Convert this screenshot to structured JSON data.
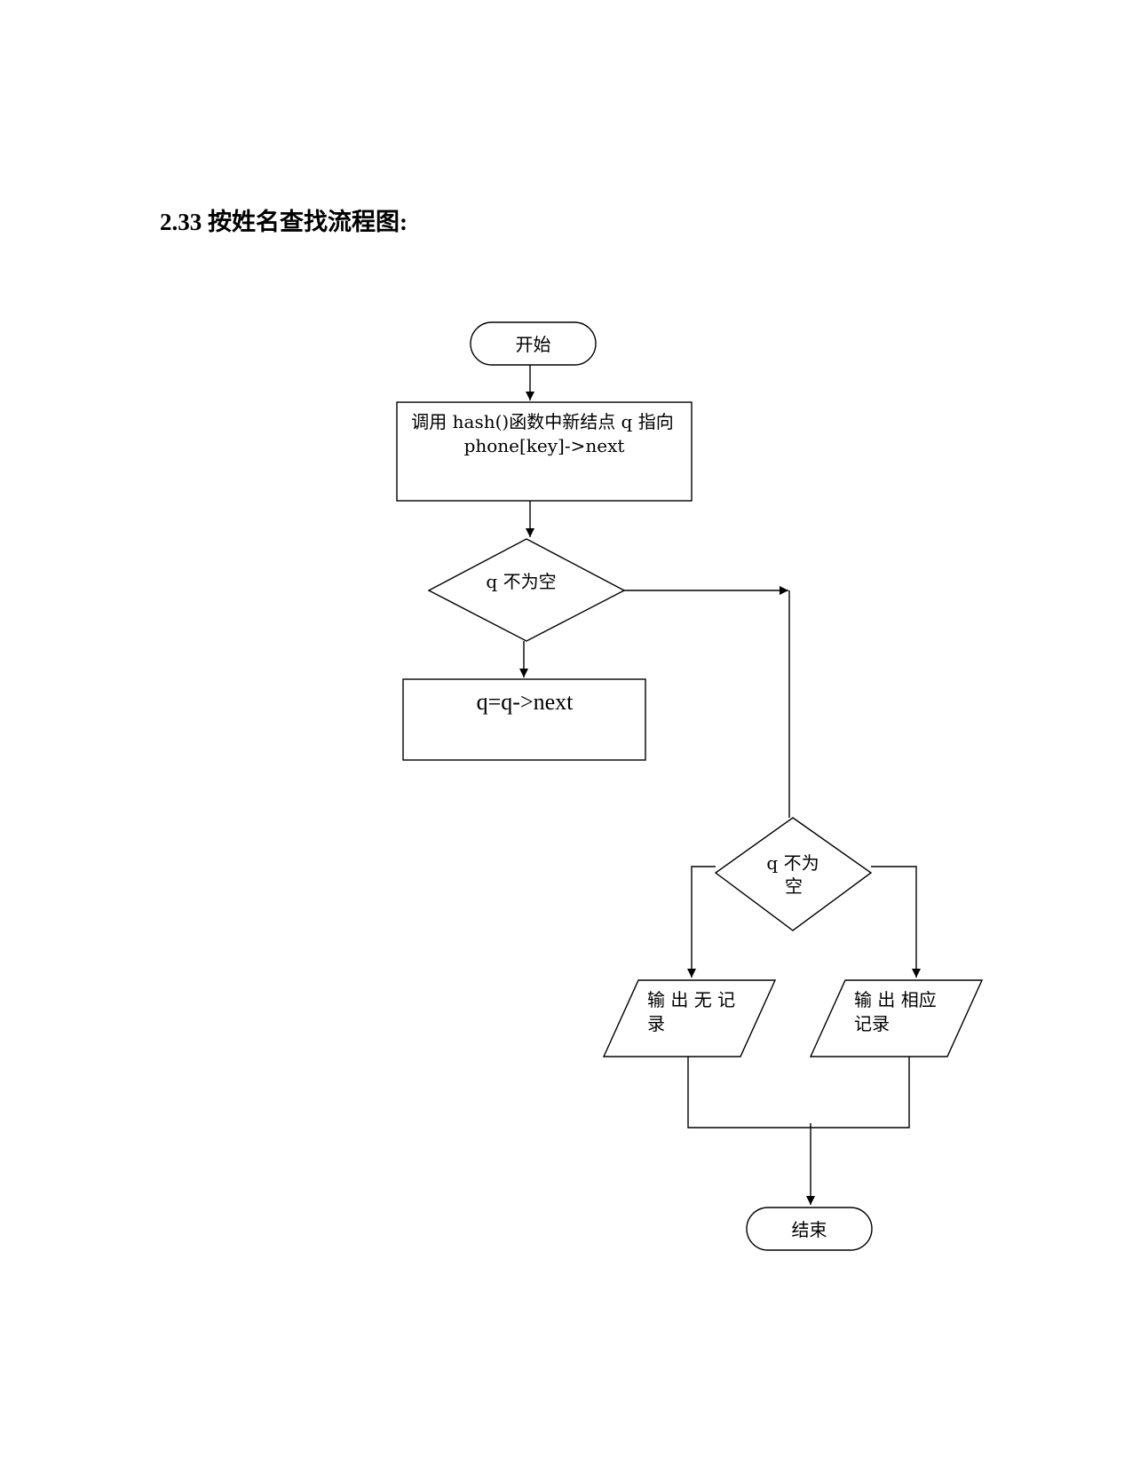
{
  "heading": "2.33 按姓名查找流程图:",
  "nodes": {
    "start": "开始",
    "hash_call_line1": "调用 hash()函数中新结点 q 指向",
    "hash_call_line2": "phone[key]->next",
    "check_q_not_null_1": "q 不为空",
    "advance_q": "q=q->next",
    "check_q_not_null_2_line1": "q 不为",
    "check_q_not_null_2_line2": "空",
    "output_no_record_line1": "输 出 无 记",
    "output_no_record_line2": "录",
    "output_record_line1": "输 出 相应",
    "output_record_line2": "记录",
    "end": "结束"
  }
}
